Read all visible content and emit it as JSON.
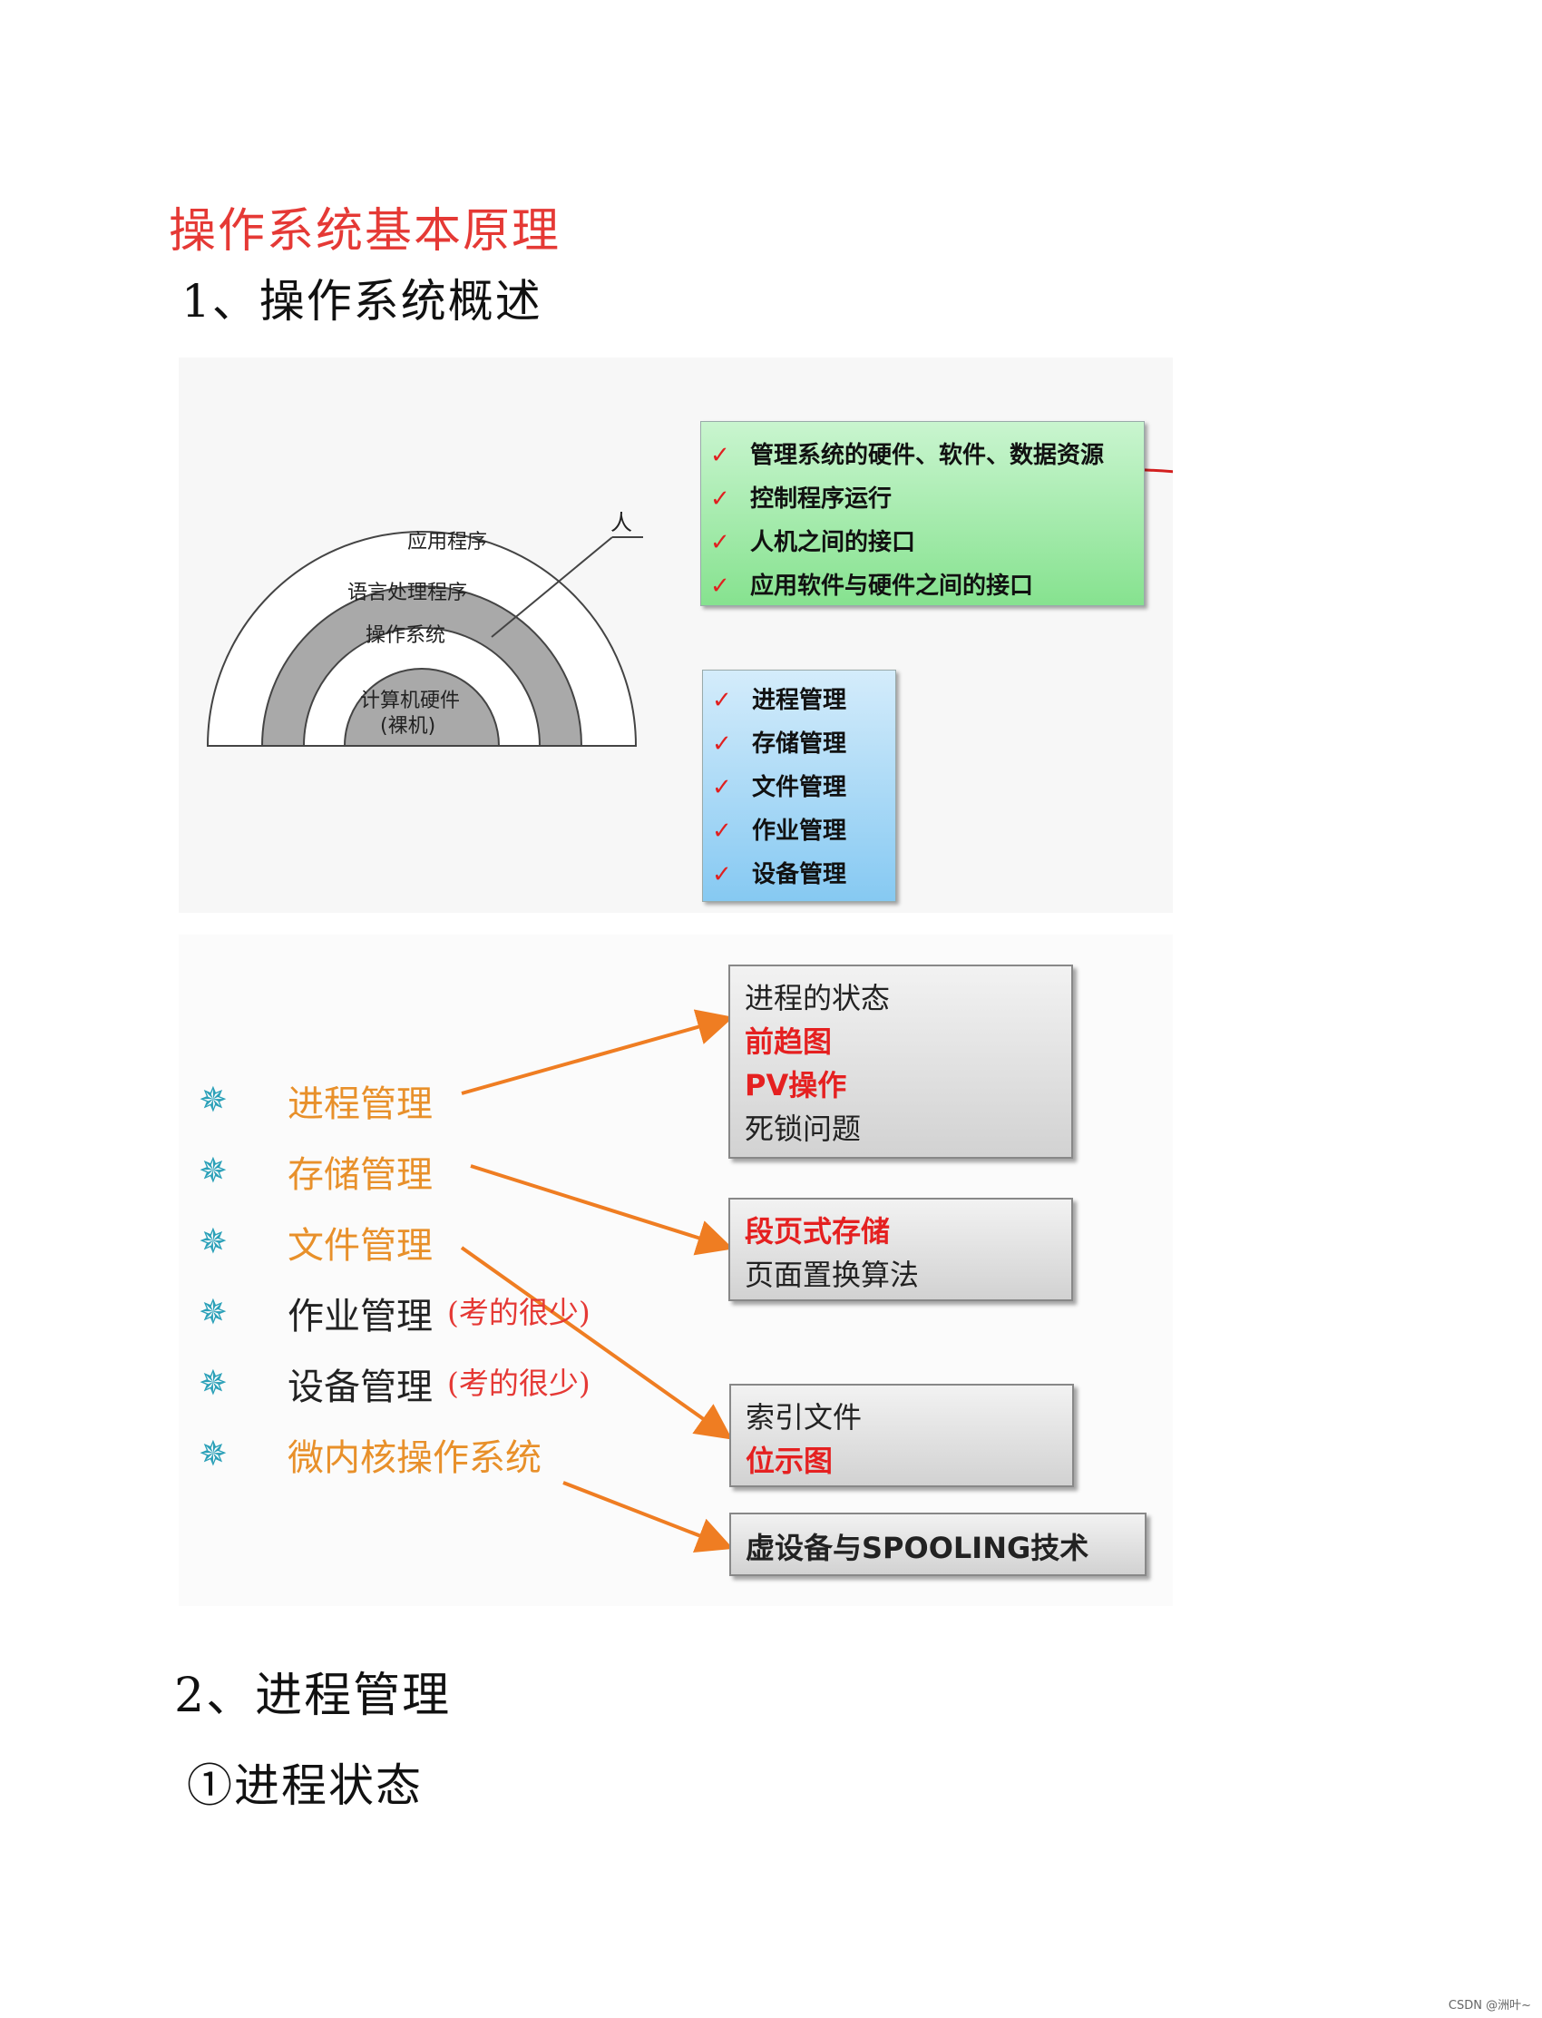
{
  "headings": {
    "main_title": "操作系统基本原理",
    "section1": "1、操作系统概述",
    "section2": "2、进程管理",
    "subsection1": "①进程状态"
  },
  "layers_diagram": {
    "layers": [
      "应用程序",
      "语言处理程序",
      "操作系统",
      "计算机硬件",
      "(裸机)"
    ],
    "person_label": "人"
  },
  "functions_box": {
    "check_mark": "✓",
    "items": [
      "管理系统的硬件、软件、数据资源",
      "控制程序运行",
      "人机之间的接口",
      "应用软件与硬件之间的接口"
    ]
  },
  "management_box": {
    "items": [
      "进程管理",
      "存储管理",
      "文件管理",
      "作业管理",
      "设备管理"
    ]
  },
  "topics": {
    "bullet": "✵",
    "items": [
      {
        "label": "进程管理",
        "note": ""
      },
      {
        "label": "存储管理",
        "note": ""
      },
      {
        "label": "文件管理",
        "note": ""
      },
      {
        "label": "作业管理",
        "note": "(考的很少)"
      },
      {
        "label": "设备管理",
        "note": "(考的很少)"
      },
      {
        "label": "微内核操作系统",
        "note": ""
      }
    ]
  },
  "detail_boxes": {
    "process": [
      "进程的状态",
      "前趋图",
      "PV操作",
      "死锁问题"
    ],
    "storage": [
      "段页式存储",
      "页面置换算法"
    ],
    "file": [
      "索引文件",
      "位示图"
    ],
    "device": [
      "虚设备与SPOOLING技术"
    ]
  },
  "colors": {
    "red_handwriting": "#e53935",
    "orange_text": "#e8902a",
    "arrow": "#ef7d22",
    "bullet": "#2aa0b8"
  },
  "watermark": "CSDN @洲叶~"
}
